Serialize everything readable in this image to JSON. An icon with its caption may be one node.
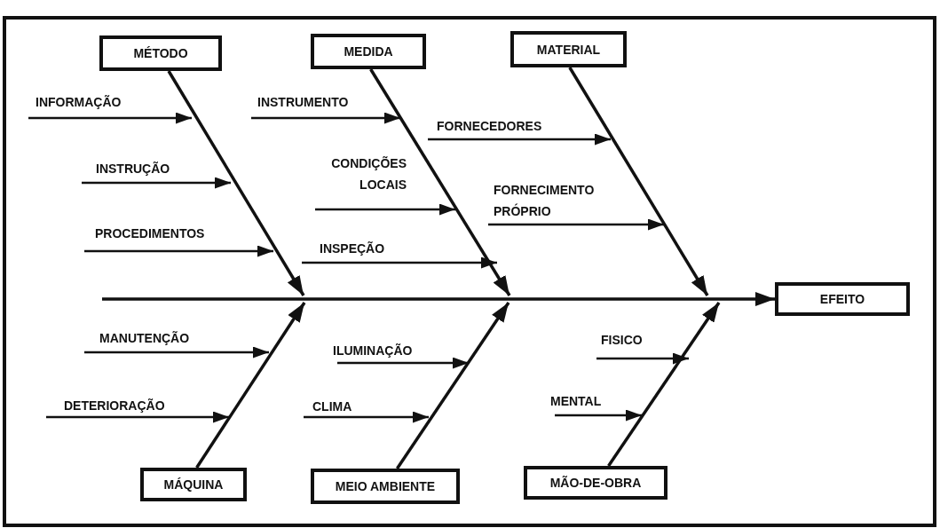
{
  "diagram": {
    "nodes": [
      {
        "text": [
          "MÉTODO"
        ]
      },
      {
        "text": [
          "MEDIDA"
        ]
      },
      {
        "text": [
          "MATERIAL"
        ]
      },
      {
        "text": [
          "INFORMAÇÃO"
        ]
      },
      {
        "text": [
          "INSTRUMENTO"
        ]
      },
      {
        "text": [
          "FORNECEDORES"
        ]
      },
      {
        "text": [
          "INSTRUÇÃO"
        ]
      },
      {
        "text": [
          "CONDIÇÕES LOCAIS"
        ]
      },
      {
        "text": [
          "FORNECIMENTO PRÓPRIO"
        ]
      },
      {
        "text": [
          "PROCEDIMENTOS"
        ]
      },
      {
        "text": [
          "INSPEÇÃO"
        ]
      },
      {
        "text": [
          "EFEITO"
        ]
      },
      {
        "text": [
          "MANUTENÇÃO"
        ]
      },
      {
        "text": [
          "ILUMINAÇÃO"
        ]
      },
      {
        "text": [
          "FISICO"
        ]
      },
      {
        "text": [
          "DETERIORAÇÃO"
        ]
      },
      {
        "text": [
          "CLIMA"
        ]
      },
      {
        "text": [
          "MENTAL"
        ]
      },
      {
        "text": [
          "MÁQUINA"
        ]
      },
      {
        "text": [
          "MEIO AMBIENTE"
        ]
      },
      {
        "text": [
          "MÃO-DE-OBRA"
        ]
      }
    ],
    "edges": [
      {
        "from": 0,
        "to": 11,
        "arrow": "to"
      },
      {
        "from": 1,
        "to": 11,
        "arrow": "to"
      },
      {
        "from": 2,
        "to": 11,
        "arrow": "to"
      },
      {
        "from": 18,
        "to": 11,
        "arrow": "to"
      },
      {
        "from": 19,
        "to": 11,
        "arrow": "to"
      },
      {
        "from": 20,
        "to": 11,
        "arrow": "to"
      },
      {
        "from": 3,
        "to": null,
        "arrow": "to"
      },
      {
        "from": 4,
        "to": null,
        "arrow": "to"
      },
      {
        "from": 5,
        "to": null,
        "arrow": "to"
      },
      {
        "from": 6,
        "to": null,
        "arrow": "to"
      },
      {
        "from": 7,
        "to": null,
        "arrow": "to"
      },
      {
        "from": 8,
        "to": null,
        "arrow": "to"
      },
      {
        "from": 9,
        "to": null,
        "arrow": "to"
      },
      {
        "from": 10,
        "to": null,
        "arrow": "to"
      },
      {
        "from": 12,
        "to": null,
        "arrow": "to"
      },
      {
        "from": 13,
        "to": null,
        "arrow": "to"
      },
      {
        "from": 14,
        "to": null,
        "arrow": "to"
      },
      {
        "from": 15,
        "to": null,
        "arrow": "to"
      },
      {
        "from": 16,
        "to": null,
        "arrow": "to"
      },
      {
        "from": 17,
        "to": null,
        "arrow": "to"
      }
    ]
  }
}
